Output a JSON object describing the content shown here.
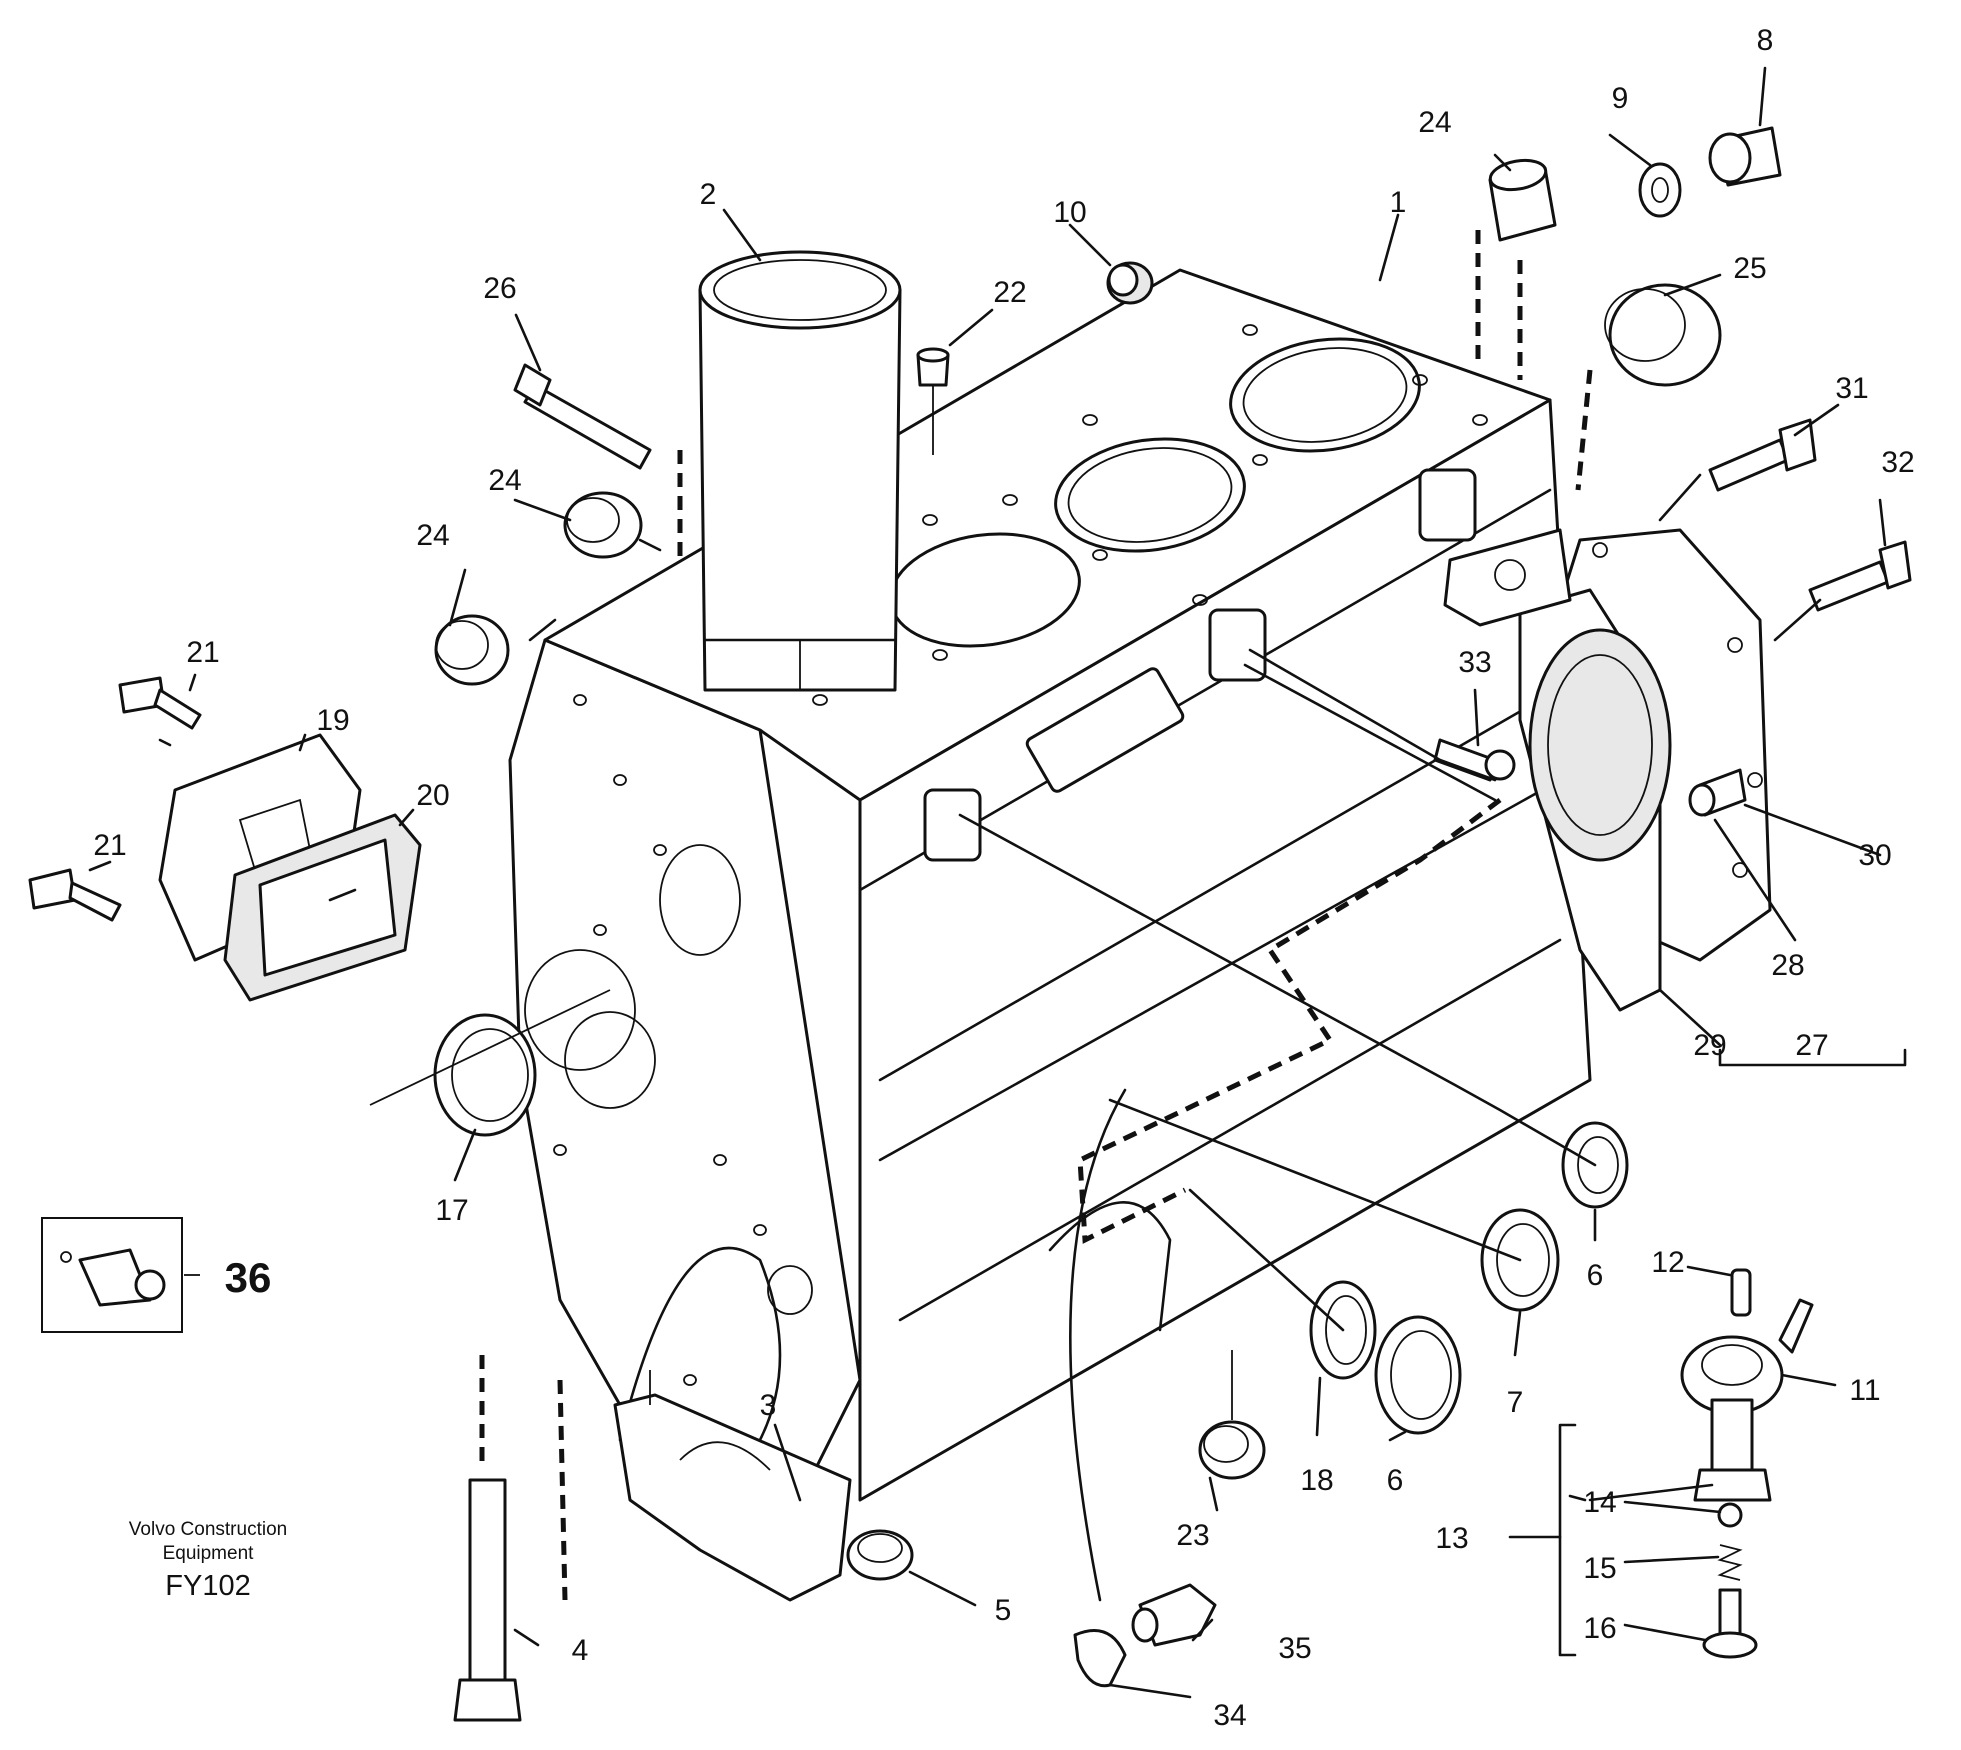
{
  "callouts": {
    "c1": "1",
    "c2": "2",
    "c3": "3",
    "c4": "4",
    "c5": "5",
    "c6a": "6",
    "c6b": "6",
    "c7": "7",
    "c8": "8",
    "c9": "9",
    "c10": "10",
    "c11": "11",
    "c12": "12",
    "c13": "13",
    "c14": "14",
    "c15": "15",
    "c16": "16",
    "c17": "17",
    "c18": "18",
    "c19": "19",
    "c20": "20",
    "c21a": "21",
    "c21b": "21",
    "c22": "22",
    "c23": "23",
    "c24a": "24",
    "c24b": "24",
    "c24c": "24",
    "c25": "25",
    "c26": "26",
    "c27": "27",
    "c28": "28",
    "c29": "29",
    "c30": "30",
    "c31": "31",
    "c32": "32",
    "c33": "33",
    "c34": "34",
    "c35": "35",
    "c36": "36"
  },
  "footer": {
    "brand_line1": "Volvo Construction",
    "brand_line2": "Equipment",
    "drawing_code": "FY102"
  }
}
